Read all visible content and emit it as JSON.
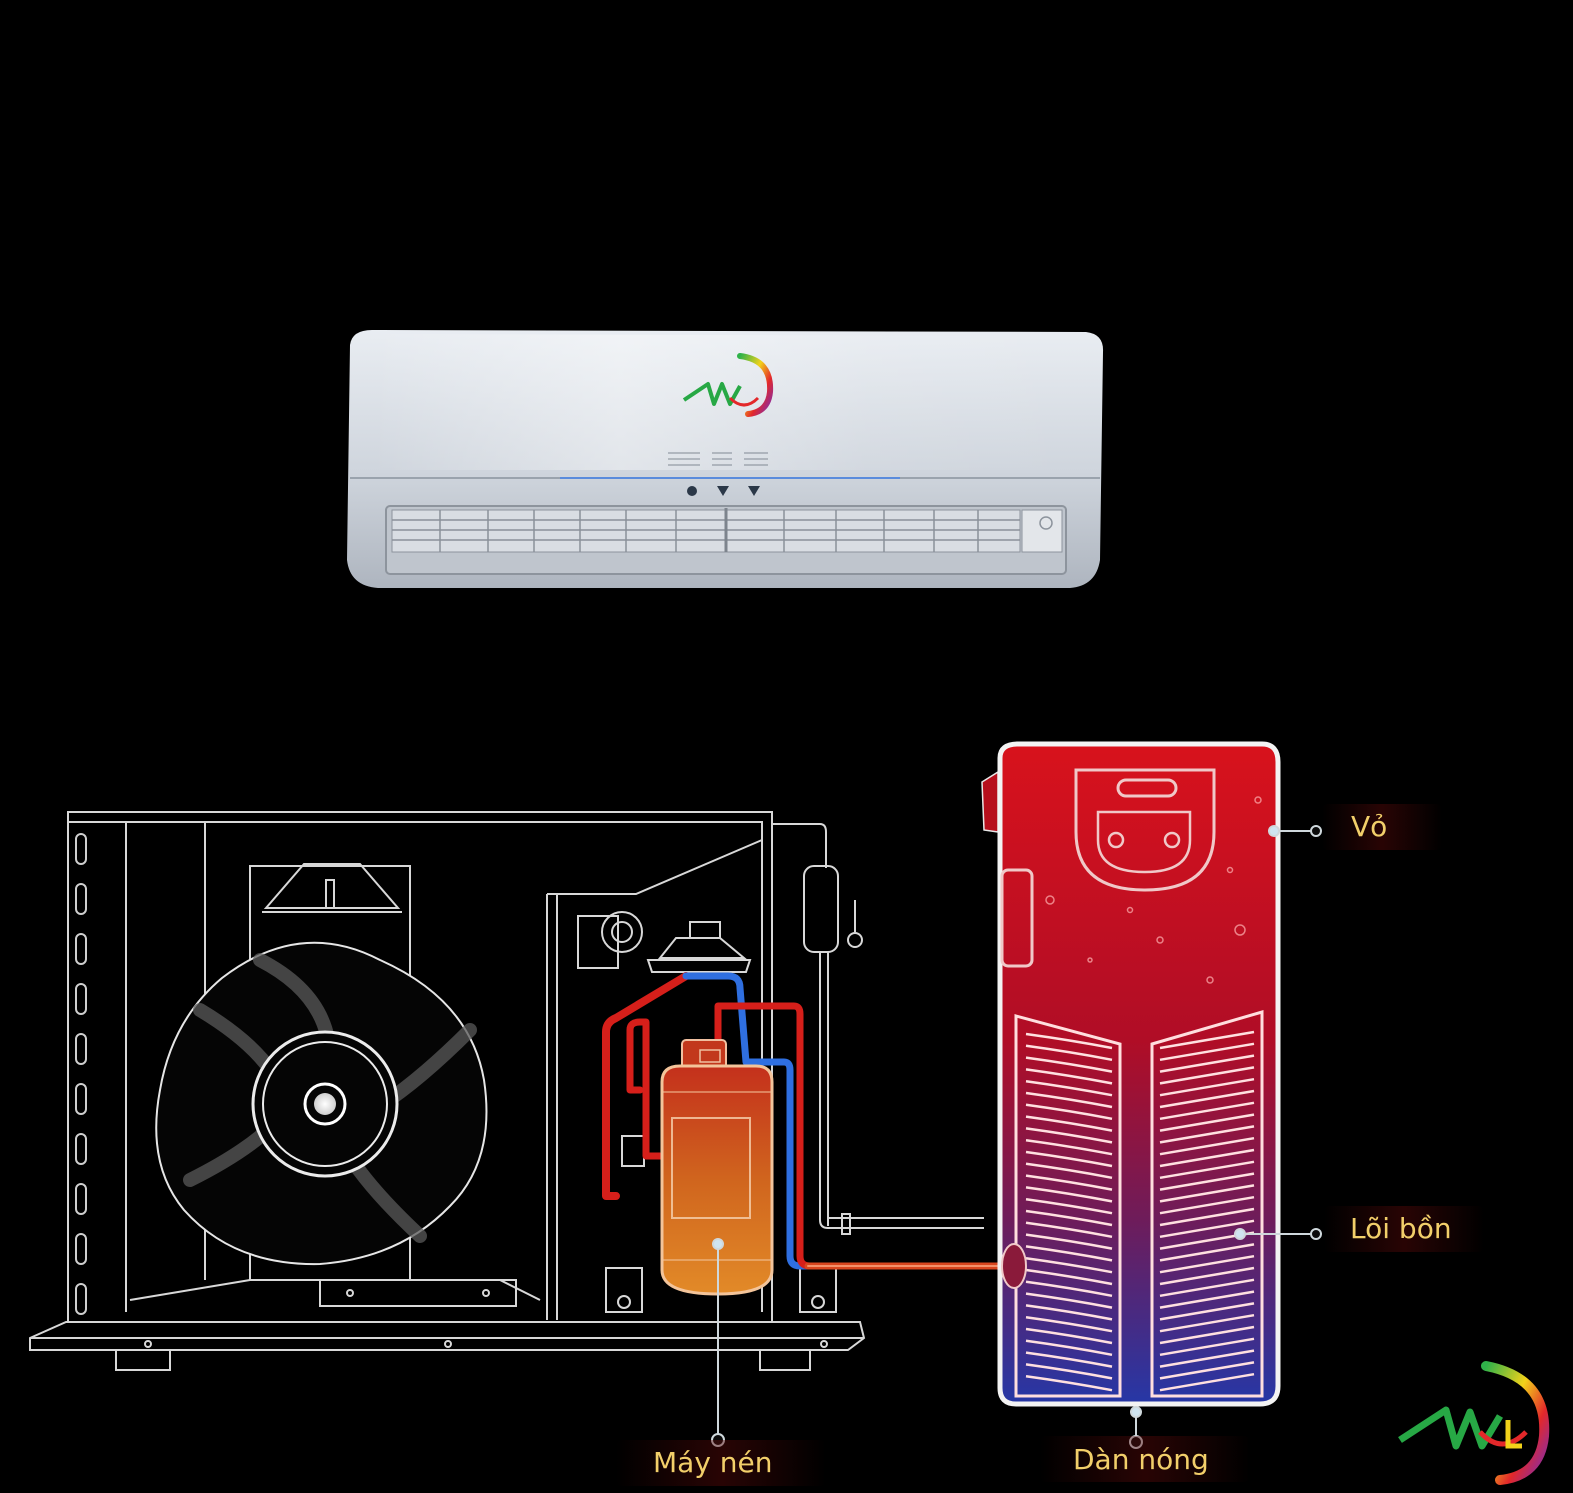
{
  "labels": {
    "vo": "Vỏ",
    "loi_bon": "Lõi bồn",
    "may_nen": "Máy nén",
    "dan_nong": "Dàn nóng"
  },
  "brand": {
    "logo_text": "AVL"
  },
  "icons": {
    "indoor_unit": "air-conditioner-indoor-unit",
    "outdoor_unit": "outdoor-condensing-unit",
    "fan": "fan-icon",
    "compressor": "compressor-icon",
    "tank": "water-heater-tank",
    "logo": "avl-logo"
  },
  "colors": {
    "background": "#000000",
    "label_text": "#f2cf6a",
    "line_art": "#d8d8d8",
    "tank_top": "#c8101c",
    "tank_bottom": "#2b3aa8",
    "compressor": "#d0601c",
    "pipe_hot": "#e0241c",
    "pipe_cold": "#2f6fe0",
    "leader_line": "#cfd8dc"
  }
}
